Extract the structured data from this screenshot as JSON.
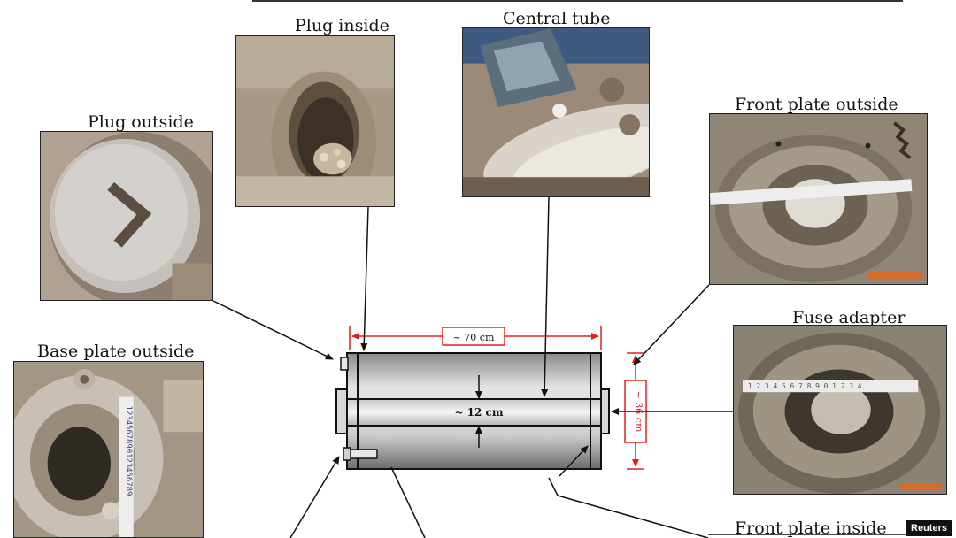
{
  "labels": {
    "plug_inside": "Plug inside",
    "central_tube": "Central tube",
    "plug_outside": "Plug outside",
    "front_plate_outside": "Front plate outside",
    "fuse_adapter": "Fuse adapter",
    "base_plate_outside": "Base plate outside",
    "front_plate_inside": "Front plate inside"
  },
  "dimensions": {
    "length": "~ 70 cm",
    "tube_diameter": "~ 12 cm",
    "diameter": "~ 36 cm"
  },
  "credit": "Reuters",
  "colors": {
    "dimension_red": "#e0201a",
    "leader_line": "#111111",
    "cylinder_body": "#bdbdbd"
  }
}
